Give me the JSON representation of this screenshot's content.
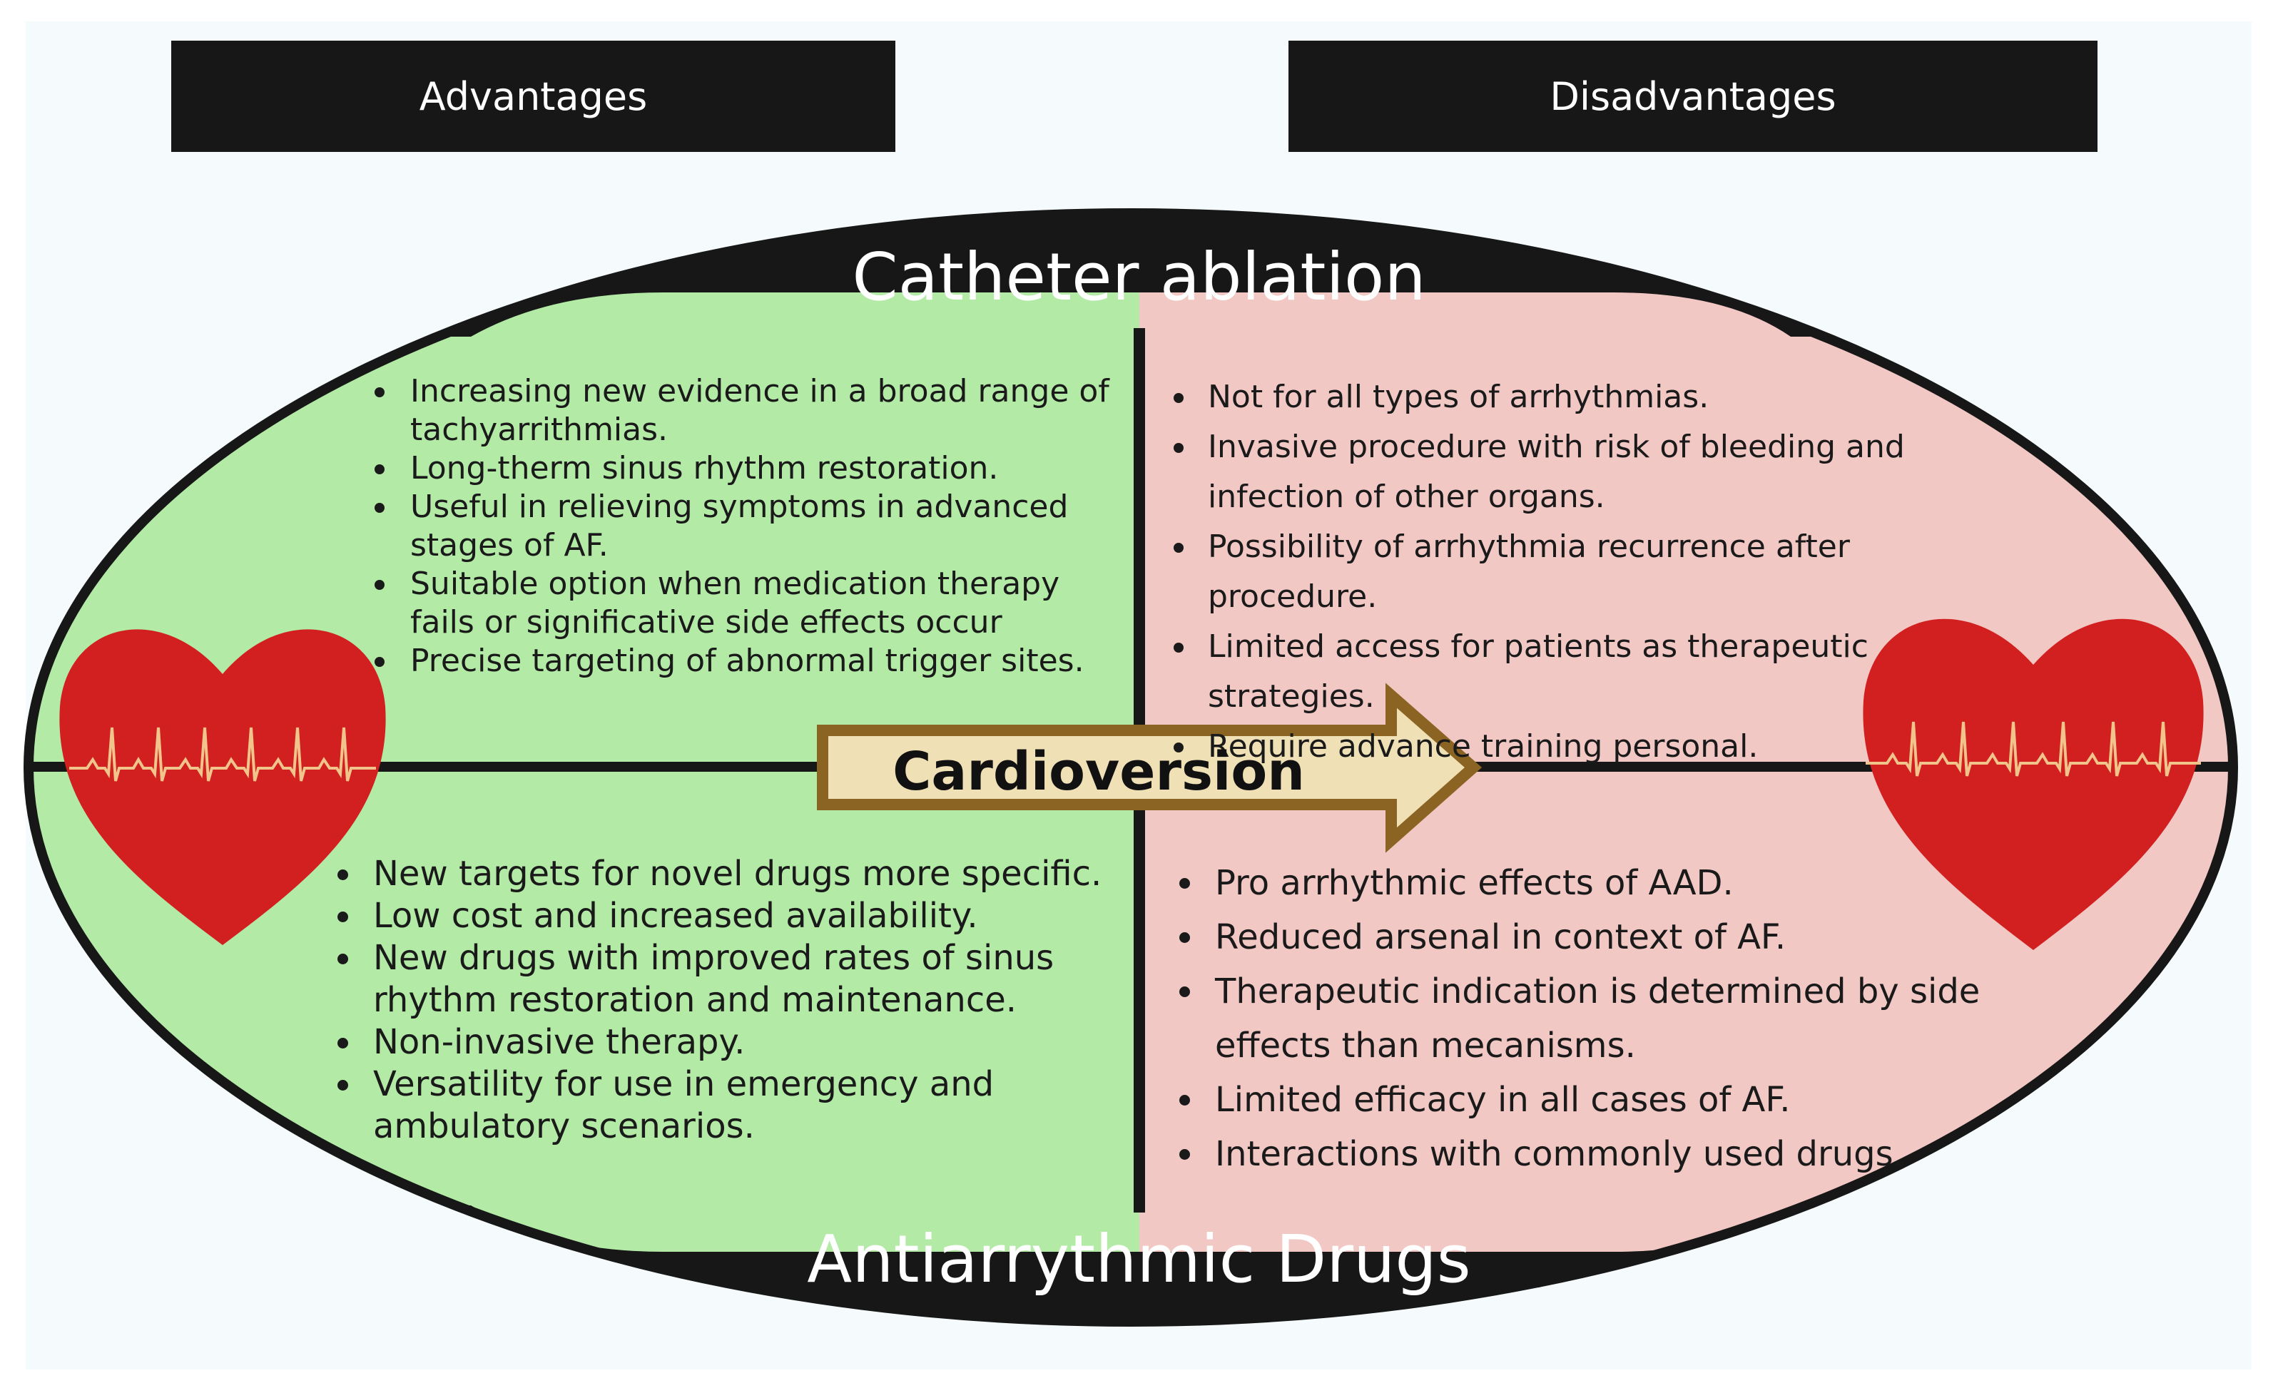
{
  "headers": {
    "advantages": "Advantages",
    "disadvantages": "Disadvantages"
  },
  "top_band_title": "Catheter ablation",
  "bottom_band_title": "Antiarrythmic Drugs",
  "center_arrow_label": "Cardioversion",
  "colors": {
    "background": "#f5fbfc",
    "advantages_fill": "#b2eaa6",
    "disadvantages_fill": "#f2c8c4",
    "band": "#171717",
    "heart": "#d21f1f",
    "ecg_trace": "#f0c48a",
    "arrow_fill": "#efe0b5",
    "arrow_stroke": "#8b6322"
  },
  "catheter_ablation": {
    "advantages": [
      "Increasing new evidence in a broad range of tachyarrithmias.",
      "Long-therm sinus rhythm restoration.",
      "Useful in relieving symptoms in advanced stages of AF.",
      "Suitable option when medication therapy fails or significative side effects occur",
      "Precise targeting of abnormal trigger sites."
    ],
    "disadvantages": [
      "Not for all types of arrhythmias.",
      "Invasive procedure with risk of bleeding and infection of other organs.",
      "Possibility of arrhythmia recurrence after procedure.",
      "Limited access for patients as therapeutic strategies.",
      "Require advance training personal."
    ]
  },
  "antiarrhythmic_drugs": {
    "advantages": [
      "New targets for novel drugs more specific.",
      "Low cost and increased availability.",
      "New drugs with improved rates of sinus rhythm restoration and maintenance.",
      "Non-invasive therapy.",
      "Versatility for use in emergency and ambulatory scenarios."
    ],
    "disadvantages": [
      "Pro arrhythmic effects of AAD.",
      "Reduced arsenal in context of AF.",
      "Therapeutic indication is determined by side effects than mecanisms.",
      "Limited efficacy in all cases of AF.",
      "Interactions with commonly used drugs."
    ]
  },
  "icons": {
    "left_heart": "heart-ecg-icon",
    "right_heart": "heart-ecg-icon",
    "arrow": "right-arrow-icon"
  }
}
